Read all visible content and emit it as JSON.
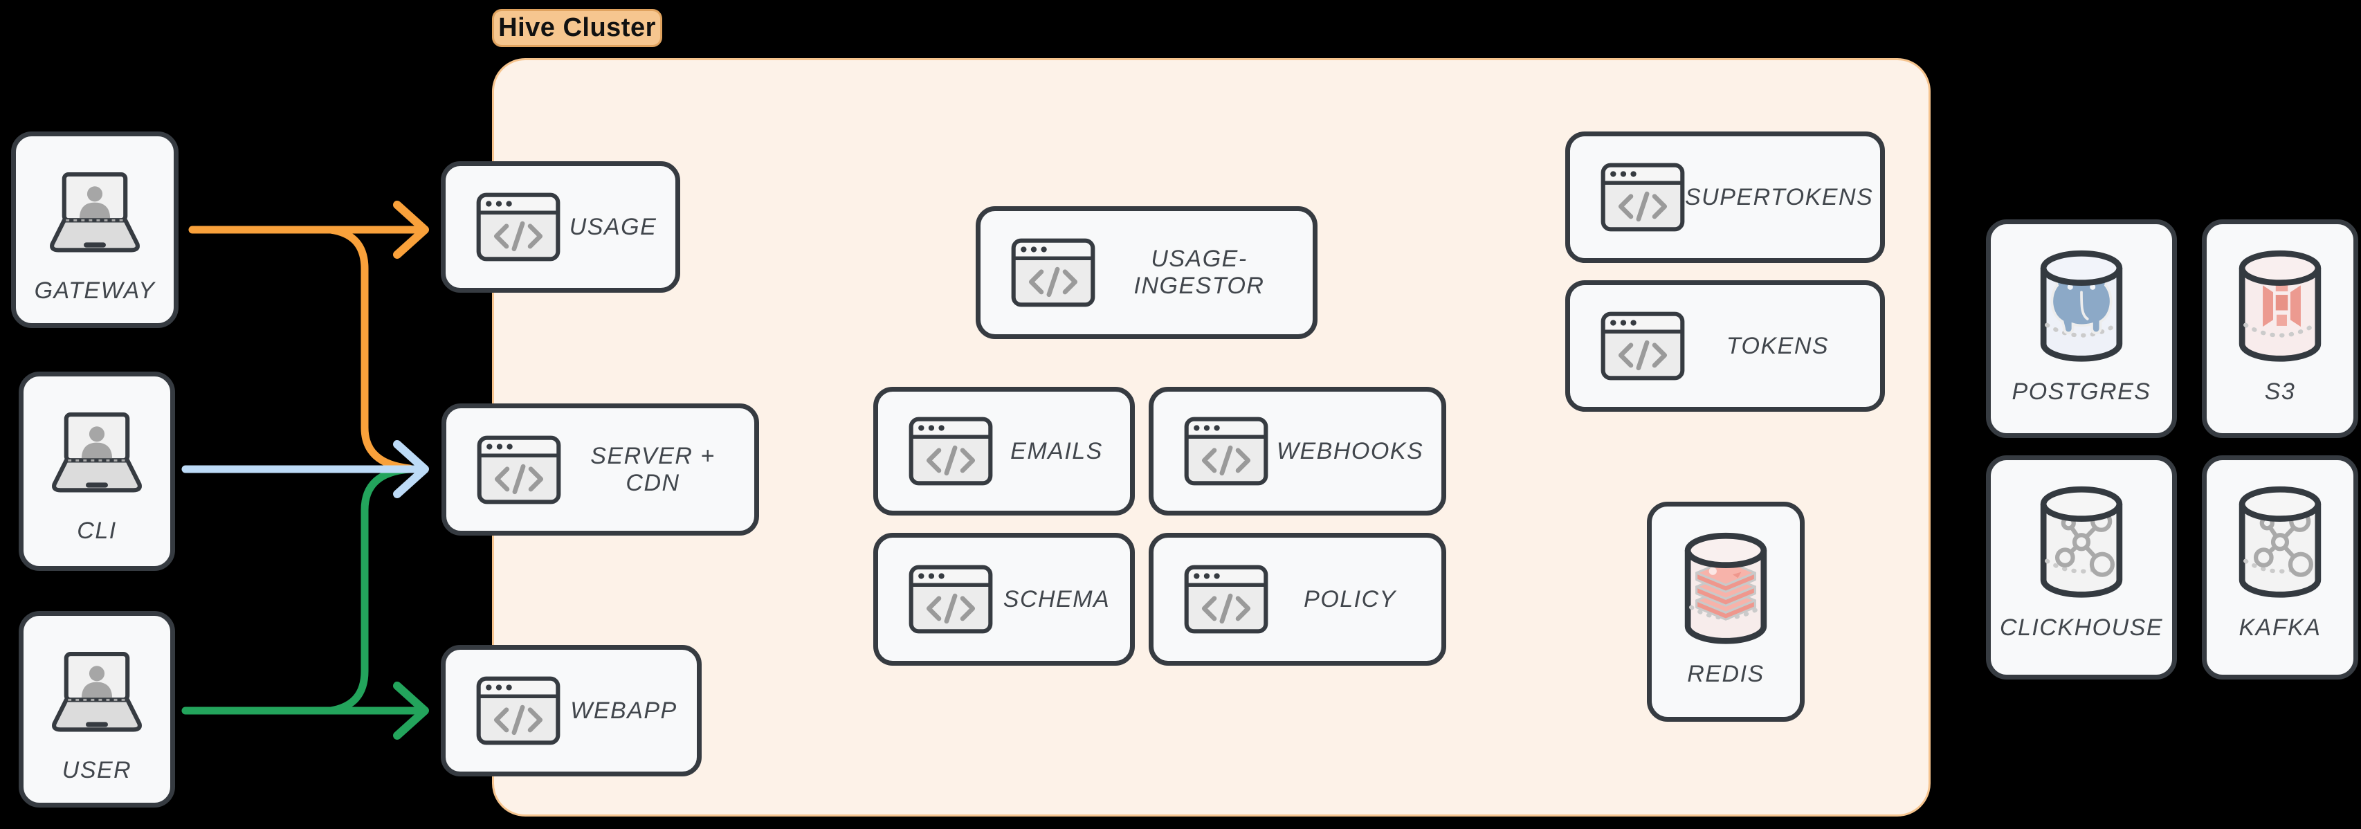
{
  "diagram": {
    "cluster_label": "Hive Cluster",
    "clients": [
      {
        "id": "gateway",
        "label": "GATEWAY",
        "icon": "laptop-user-icon"
      },
      {
        "id": "cli",
        "label": "CLI",
        "icon": "laptop-user-icon"
      },
      {
        "id": "user",
        "label": "USER",
        "icon": "laptop-user-icon"
      }
    ],
    "services": [
      {
        "id": "usage",
        "label": "USAGE",
        "icon": "code-window-icon"
      },
      {
        "id": "server_cdn",
        "label": "SERVER + CDN",
        "icon": "code-window-icon"
      },
      {
        "id": "webapp",
        "label": "WEBAPP",
        "icon": "code-window-icon"
      },
      {
        "id": "usage_ingestor",
        "label": "USAGE-INGESTOR",
        "icon": "code-window-icon"
      },
      {
        "id": "emails",
        "label": "EMAILS",
        "icon": "code-window-icon"
      },
      {
        "id": "webhooks",
        "label": "WEBHOOKS",
        "icon": "code-window-icon"
      },
      {
        "id": "schema",
        "label": "SCHEMA",
        "icon": "code-window-icon"
      },
      {
        "id": "policy",
        "label": "POLICY",
        "icon": "code-window-icon"
      },
      {
        "id": "supertokens",
        "label": "SUPERTOKENS",
        "icon": "code-window-icon"
      },
      {
        "id": "tokens",
        "label": "TOKENS",
        "icon": "code-window-icon"
      }
    ],
    "cache": {
      "id": "redis",
      "label": "REDIS",
      "icon": "redis-database-icon"
    },
    "datastores": [
      {
        "id": "postgres",
        "label": "POSTGRES",
        "icon": "postgres-database-icon"
      },
      {
        "id": "s3",
        "label": "S3",
        "icon": "s3-database-icon"
      },
      {
        "id": "clickhouse",
        "label": "CLICKHOUSE",
        "icon": "clickhouse-database-icon"
      },
      {
        "id": "kafka",
        "label": "KAFKA",
        "icon": "kafka-database-icon"
      }
    ],
    "edges": [
      {
        "from": "GATEWAY",
        "to": "USAGE",
        "color": "#F9A13B"
      },
      {
        "from": "GATEWAY",
        "to": "SERVER + CDN",
        "color": "#F9A13B"
      },
      {
        "from": "CLI",
        "to": "SERVER + CDN",
        "color": "#BDDBF7"
      },
      {
        "from": "USER",
        "to": "SERVER + CDN",
        "color": "#23A45C"
      },
      {
        "from": "USER",
        "to": "WEBAPP",
        "color": "#23A45C"
      }
    ]
  },
  "colors": {
    "background": "#000000",
    "cluster_fill": "#FDF2E8",
    "cluster_border": "#F6C48E",
    "cluster_label_fill": "#F6C68F",
    "node_fill": "#F8F9FA",
    "node_border": "#363B41",
    "label_text": "#41464C",
    "arrow_orange": "#F9A13B",
    "arrow_blue": "#BDDBF7",
    "arrow_green": "#23A45C"
  }
}
